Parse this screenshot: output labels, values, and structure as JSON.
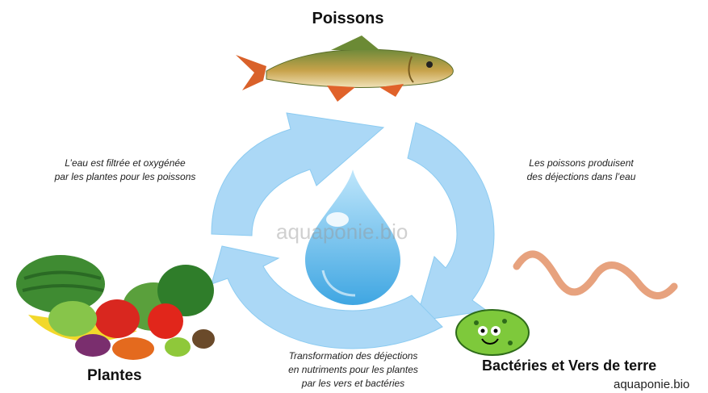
{
  "title_top": "Poissons",
  "title_left": "Plantes",
  "title_right": "Bactéries et Vers de terre",
  "note_left": [
    "L’eau est filtrée et oxygénée",
    "par les plantes pour les poissons"
  ],
  "note_right": [
    "Les poissons produisent",
    "des déjections dans l’eau"
  ],
  "note_bottom": [
    "Transformation des déjections",
    "en nutriments pour les plantes",
    "par les vers et bactéries"
  ],
  "watermark": "aquaponie.bio",
  "brand": "aquaponie.bio",
  "colors": {
    "arrow": "#a9d7f5",
    "arrow_dark": "#7cc2ee",
    "drop": "#5bb6ea"
  }
}
